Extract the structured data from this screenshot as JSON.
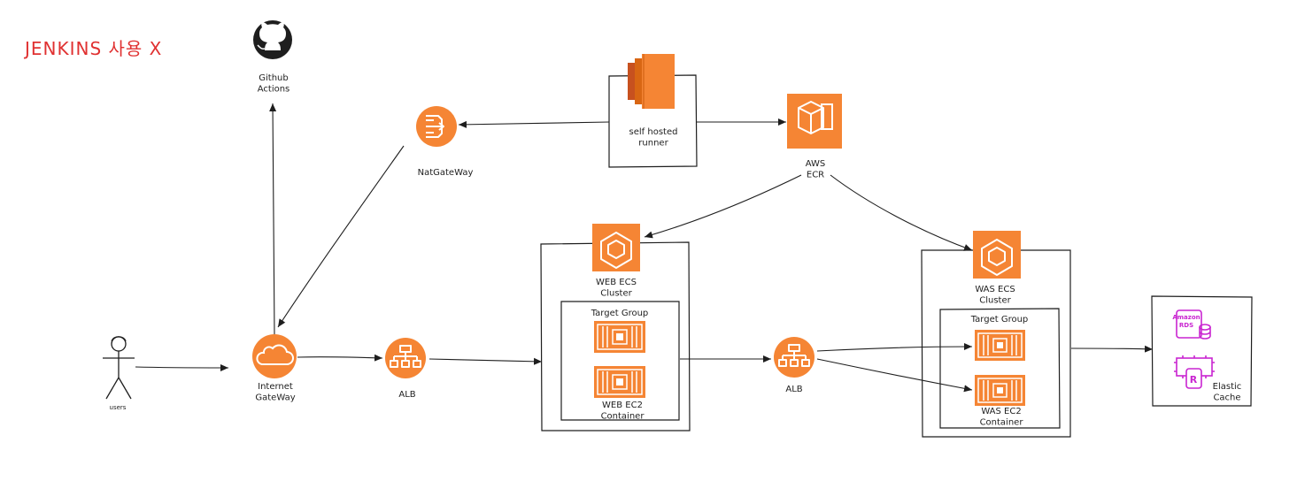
{
  "note": "JENKINS 사용 X",
  "nodes": {
    "github": "Github\nActions",
    "runner": "self hosted\nrunner",
    "natgw": "NatGateWay",
    "ecr": "AWS\nECR",
    "web_cluster": "WEB ECS\nCluster",
    "web_tg": "Target Group",
    "web_ec2": "WEB EC2\nContainer",
    "was_cluster": "WAS ECS\nCluster",
    "was_tg": "Target Group",
    "was_ec2": "WAS EC2\nContainer",
    "users": "users",
    "igw": "Internet\nGateWay",
    "alb1": "ALB",
    "alb2": "ALB",
    "rds_text": "Amazon\nRDS",
    "cache": "Elastic\nCache"
  },
  "colors": {
    "aws_orange": "#f58534",
    "database_magenta": "#c925d1",
    "note_red": "#e03131",
    "stroke": "#1e1e1e"
  },
  "icons": [
    "github-icon",
    "ec2-compute-icon",
    "nat-gateway-icon",
    "ecr-icon",
    "ecs-icon",
    "container-icon",
    "internet-gateway-icon",
    "alb-icon",
    "rds-icon",
    "elasticache-icon",
    "user-icon"
  ]
}
